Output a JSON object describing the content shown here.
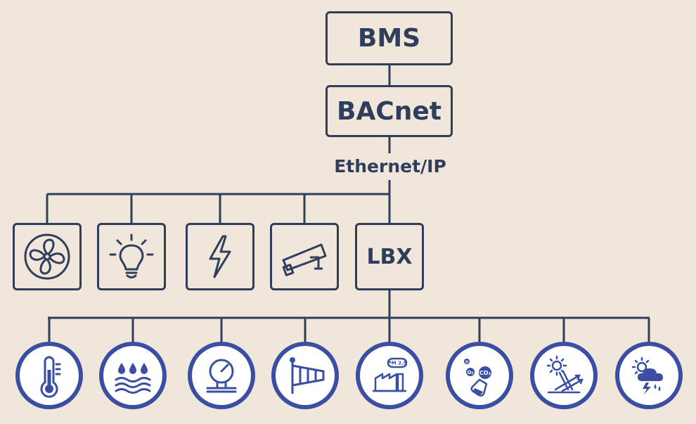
{
  "diagram": {
    "top": "BMS",
    "protocol": "BACnet",
    "link": "Ethernet/IP",
    "controller": "LBX"
  },
  "devices": [
    {
      "icon": "fan-icon"
    },
    {
      "icon": "lightbulb-icon"
    },
    {
      "icon": "lightning-bolt-icon"
    },
    {
      "icon": "security-camera-icon"
    }
  ],
  "sensors": [
    {
      "icon": "thermometer-icon"
    },
    {
      "icon": "humidity-icon"
    },
    {
      "icon": "pressure-gauge-icon"
    },
    {
      "icon": "windsock-icon"
    },
    {
      "icon": "pm25-factory-icon",
      "label": "PM 2.5"
    },
    {
      "icon": "gas-flask-icon",
      "labels": [
        "O",
        "O₂",
        "CO₂"
      ]
    },
    {
      "icon": "solar-radiation-icon"
    },
    {
      "icon": "weather-storm-icon"
    }
  ],
  "colors": {
    "line": "#2f3e5c",
    "background": "#f0e6d9",
    "sensor_ring": "#3a4fa3"
  }
}
